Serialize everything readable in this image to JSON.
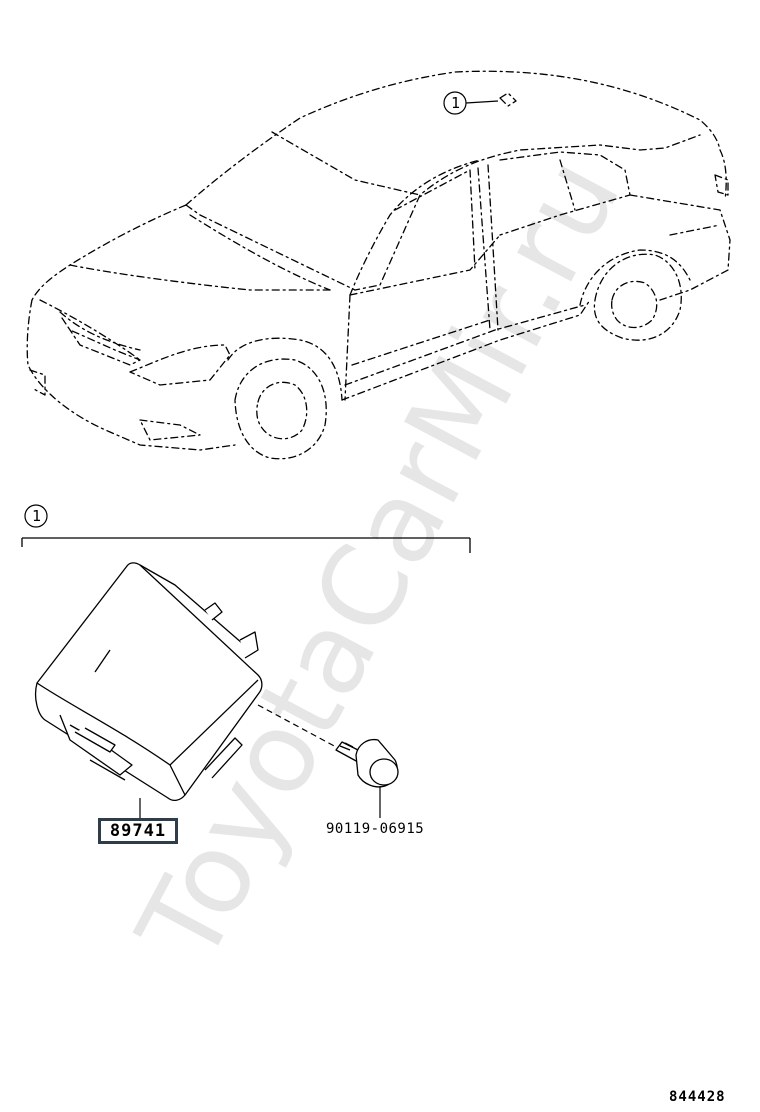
{
  "watermark": "ToyotaCarMir.ru",
  "callouts": [
    {
      "label": "1"
    },
    {
      "label": "1"
    }
  ],
  "parts": [
    {
      "number": "89741",
      "highlighted": true
    },
    {
      "number": "90119-06915",
      "highlighted": false
    }
  ],
  "reference_number": "844428",
  "colors": {
    "line": "#000000",
    "highlight_border": "#2f3c4a",
    "watermark": "#e6e6e6"
  }
}
